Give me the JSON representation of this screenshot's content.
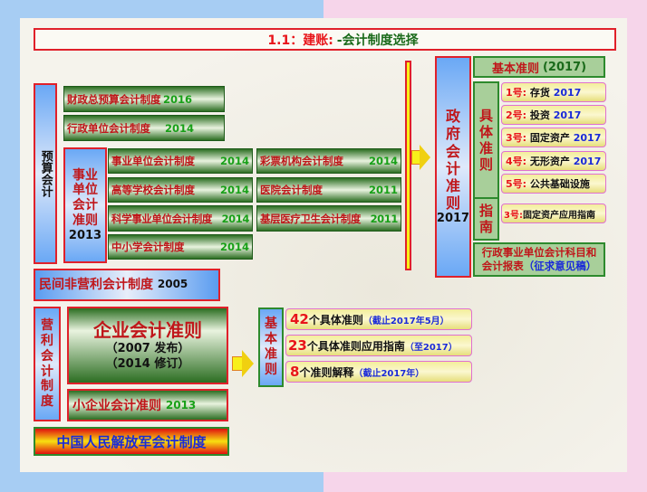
{
  "title": {
    "prefix": "1.1：建账:",
    "suffix": "-会计制度选择"
  },
  "budget": {
    "label": "预算会计",
    "items": [
      {
        "name": "财政总预算会计制度",
        "year": "2016"
      },
      {
        "name": "行政单位会计制度",
        "year": "2014"
      }
    ],
    "institution": {
      "label": "事业单位会计准则",
      "year": "2013"
    },
    "col1": [
      {
        "name": "事业单位会计制度",
        "year": "2014"
      },
      {
        "name": "高等学校会计制度",
        "year": "2014"
      },
      {
        "name": "科学事业单位会计制度",
        "year": "2014"
      },
      {
        "name": "中小学会计制度",
        "year": "2014"
      }
    ],
    "col2": [
      {
        "name": "彩票机构会计制度",
        "year": "2014"
      },
      {
        "name": "医院会计制度",
        "year": "2011"
      },
      {
        "name": "基层医疗卫生会计制度",
        "year": "2011"
      }
    ]
  },
  "gov": {
    "label": "政府会计准则",
    "year": "2017",
    "basic": "基本准则",
    "basic_year": "(2017)",
    "specific_label": "具体准则",
    "specific": [
      {
        "no": "1号:",
        "name": "存货",
        "year": "2017"
      },
      {
        "no": "2号:",
        "name": "投资",
        "year": "2017"
      },
      {
        "no": "3号:",
        "name": "固定资产",
        "year": "2017"
      },
      {
        "no": "4号:",
        "name": "无形资产",
        "year": "2017"
      },
      {
        "no": "5号:",
        "name": "公共基础设施",
        "year": ""
      }
    ],
    "guide_label": "指南",
    "guide": {
      "no": "3号:",
      "name": "固定资产应用指南"
    },
    "subjects": {
      "line1": "行政事业单位会计科目和",
      "line2": "会计报表",
      "note": "（征求意见稿）"
    }
  },
  "npo": {
    "name": "民间非营利会计制度",
    "year": "2005"
  },
  "profit": {
    "label": "营利会计制度",
    "enterprise": {
      "name": "企业会计准则",
      "line1": "（2007 发布）",
      "line2": "（2014 修订）"
    },
    "small": {
      "name": "小企业会计准则",
      "year": "2013"
    }
  },
  "pla": "中国人民解放军会计制度",
  "basic_rules": {
    "label": "基本准则",
    "items": [
      {
        "num": "42",
        "text": "个具体准则",
        "note": "（截止2017年5月）"
      },
      {
        "num": "23",
        "text": "个具体准则应用指南",
        "note": "（至2017）"
      },
      {
        "num": "8",
        "text": "个准则解释",
        "note": "（截止2017年）"
      }
    ]
  }
}
